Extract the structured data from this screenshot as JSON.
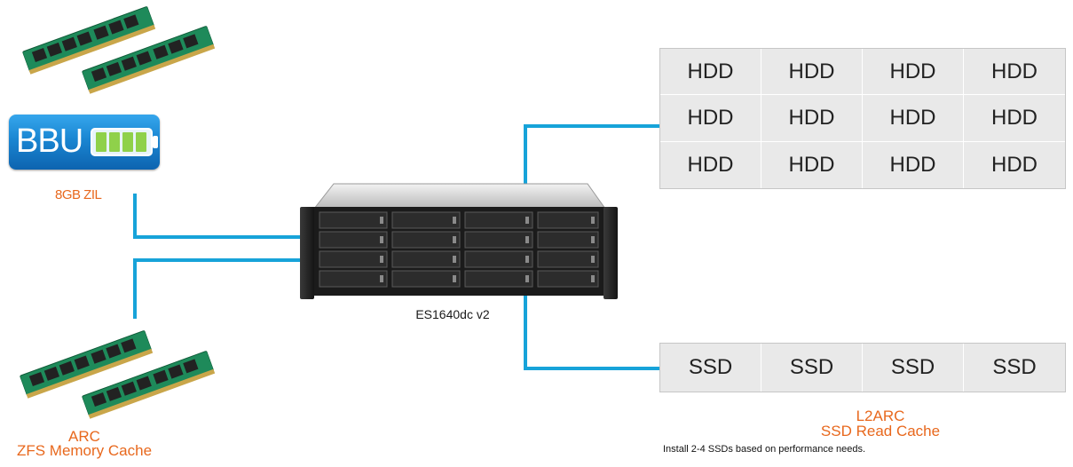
{
  "bbu": {
    "label": "BBU"
  },
  "labels": {
    "zil": "8GB ZIL",
    "arc_line1": "ARC",
    "arc_line2": "ZFS Memory Cache",
    "device": "ES1640dc v2",
    "l2arc_line1": "L2ARC",
    "l2arc_line2": "SSD Read Cache"
  },
  "hdd_grid": {
    "rows": [
      [
        "HDD",
        "HDD",
        "HDD",
        "HDD"
      ],
      [
        "HDD",
        "HDD",
        "HDD",
        "HDD"
      ],
      [
        "HDD",
        "HDD",
        "HDD",
        "HDD"
      ]
    ]
  },
  "ssd_row": [
    "SSD",
    "SSD",
    "SSD",
    "SSD"
  ],
  "note": {
    "line1": "Install 2-4 SSDs based on performance needs."
  },
  "colors": {
    "connector": "#17a3d9",
    "label_accent": "#e8681d",
    "bbu_blue": "#1a86d2",
    "ram_pcb": "#1e8a5a"
  },
  "icons": [
    "ram-module-icon",
    "battery-icon",
    "nas-server-icon"
  ]
}
